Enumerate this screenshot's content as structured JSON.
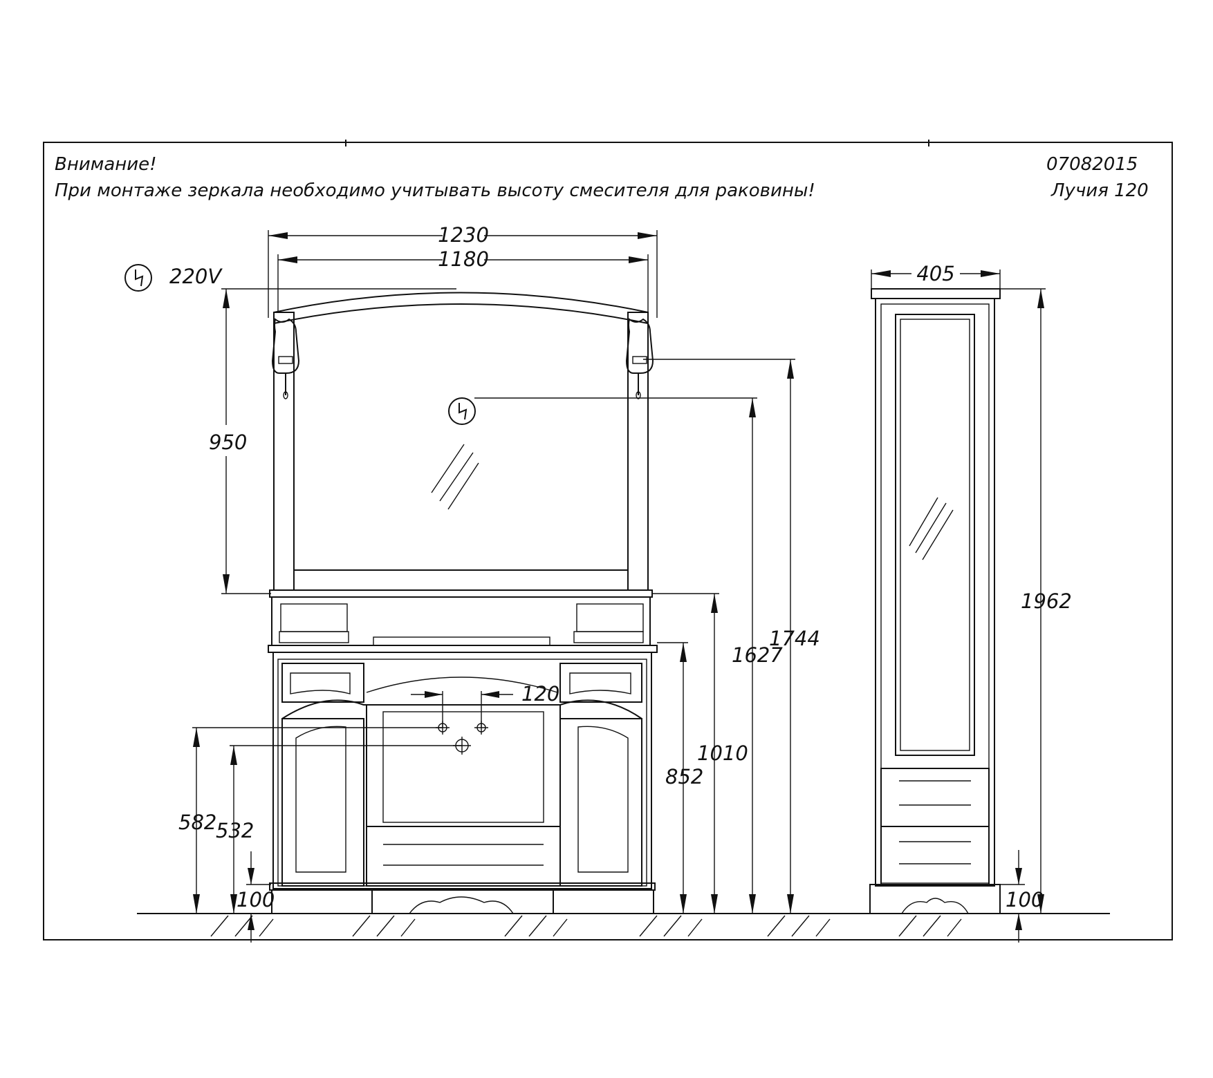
{
  "header": {
    "warning_title": "Внимание!",
    "warning_text": "При монтаже зеркала необходимо учитывать высоту смесителя для раковины!",
    "doc_code": "07082015",
    "product_name": "Лучия  120"
  },
  "symbols": {
    "power_icon": "electric-outlet-icon",
    "voltage_label": "220V"
  },
  "dimensions": {
    "mirror_width_outer": "1230",
    "mirror_width_inner": "1180",
    "mirror_height": "950",
    "outlet_height": "1627",
    "lamp_height": "1744",
    "mirror_bottom_height": "1010",
    "countertop_height": "852",
    "pipe_height_1": "582",
    "pipe_height_2": "532",
    "faucet_spacing": "120",
    "vanity_plinth": "100",
    "cabinet_width": "405",
    "cabinet_height": "1962",
    "cabinet_plinth": "100"
  }
}
